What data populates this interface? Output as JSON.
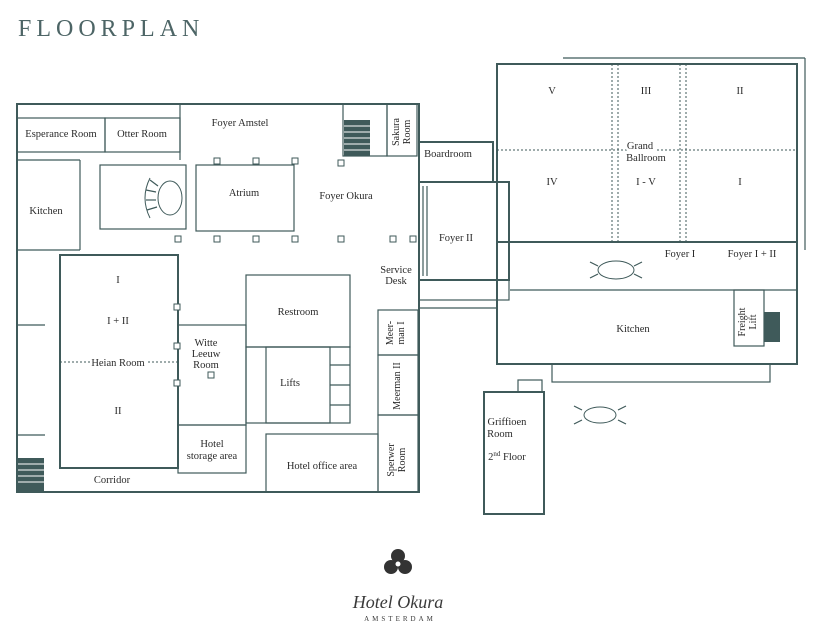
{
  "title": "FLOORPLAN",
  "rooms": {
    "esperance": "Esperance Room",
    "otter": "Otter Room",
    "foyer_amstel": "Foyer Amstel",
    "sakura_line1": "Sakura",
    "sakura_line2": "Room",
    "boardroom": "Boardroom",
    "kitchen_left": "Kitchen",
    "atrium": "Atrium",
    "foyer_okura": "Foyer Okura",
    "foyer_ii": "Foyer II",
    "heian_i": "I",
    "heian_i_ii": "I + II",
    "heian_room": "Heian Room",
    "heian_ii": "II",
    "witte_l1": "Witte",
    "witte_l2": "Leeuw",
    "witte_l3": "Room",
    "restroom": "Restroom",
    "lifts": "Lifts",
    "service_l1": "Service",
    "service_l2": "Desk",
    "meerman_i_l1": "Meer-",
    "meerman_i_l2": "man I",
    "meerman_ii": "Meerman II",
    "storage_l1": "Hotel",
    "storage_l2": "storage area",
    "office": "Hotel office area",
    "sperwer_l1": "Sperwer",
    "sperwer_l2": "Room",
    "corridor": "Corridor",
    "ballroom_v": "V",
    "ballroom_iii": "III",
    "ballroom_ii": "II",
    "ballroom_iv": "IV",
    "ballroom_i_v": "I - V",
    "ballroom_i": "I",
    "grand_l1": "Grand",
    "grand_l2": "Ballroom",
    "foyer_i": "Foyer I",
    "foyer_i_ii": "Foyer I + II",
    "kitchen_right": "Kitchen",
    "freight_l1": "Freight",
    "freight_l2": "Lift",
    "griffioen_l1": "Griffioen",
    "griffioen_l2": "Room",
    "second_floor_num": "2",
    "second_floor_sup": "nd",
    "second_floor_word": " Floor"
  },
  "brand": {
    "name": "Hotel Okura",
    "city": "AMSTERDAM"
  },
  "colors": {
    "wall": "#3f5a5a",
    "title": "#4d6566"
  }
}
